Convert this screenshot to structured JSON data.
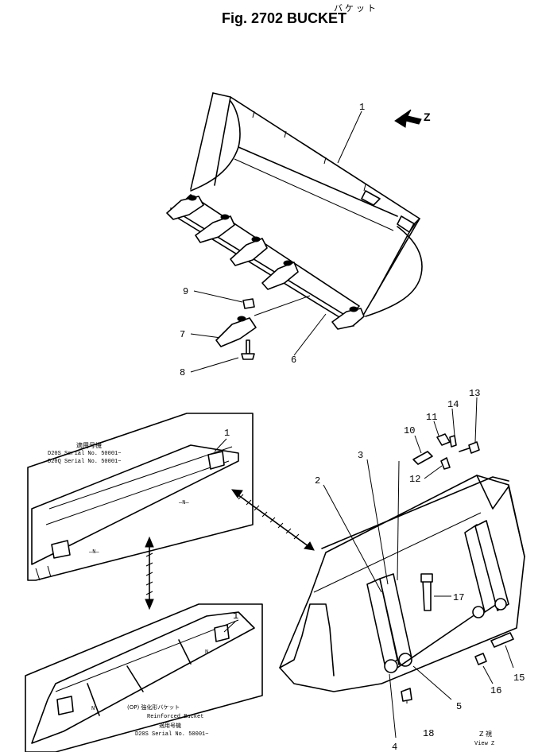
{
  "header": {
    "subtitle_jp": "バケット",
    "title": "Fig. 2702  BUCKET"
  },
  "view_arrow_label": "Z",
  "callouts": [
    "1",
    "2",
    "3",
    "4",
    "5",
    "6",
    "7",
    "8",
    "9",
    "10",
    "11",
    "12",
    "13",
    "14",
    "15",
    "16",
    "17",
    "18"
  ],
  "upper_box": {
    "title_jp": "適用号機",
    "lines": [
      "D20S  Serial  No. 50001~",
      "D20Q  Serial  No. 50001~"
    ],
    "callout": "1"
  },
  "lower_box": {
    "op_jp": "(OP)  強化形バケット",
    "op_en": "Reinforced  Bucket",
    "title_jp": "適用号機",
    "line": "D20S  Serial  No. 50001~",
    "callout": "1"
  },
  "view_label": {
    "jp": "Z  視",
    "en": "View  Z"
  }
}
